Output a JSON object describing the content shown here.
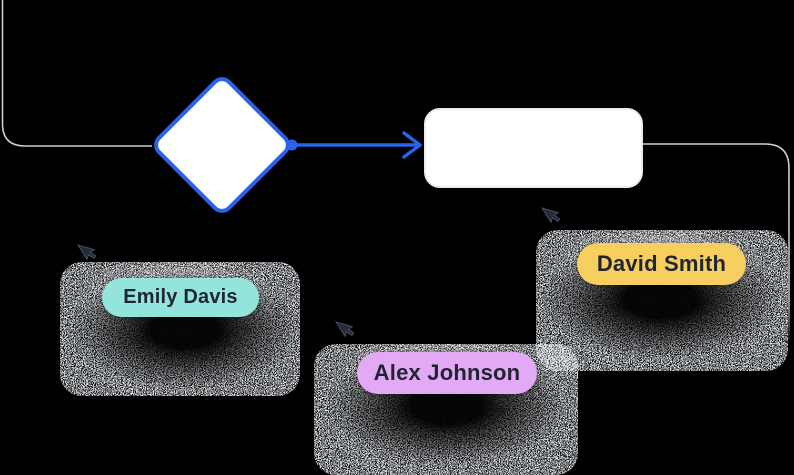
{
  "app": {
    "type": "collaborative-flowchart-canvas",
    "background": "#000000",
    "cursor_color": "#262B39",
    "cursor_outline": "#4A5164"
  },
  "flowchart": {
    "nodes": [
      {
        "id": "decision-node",
        "shape": "diamond",
        "label": "",
        "fill": "#FFFFFF",
        "border": "#2B63E8"
      },
      {
        "id": "process-node",
        "shape": "rounded-rectangle",
        "label": "",
        "fill": "#FFFFFF",
        "border": "#E9EBEF"
      }
    ],
    "edges": [
      {
        "from": "canvas-edge-top-left",
        "to": "decision-node",
        "color": "#C9CFDB",
        "style": "plain"
      },
      {
        "from": "decision-node",
        "to": "process-node",
        "color": "#2B63E8",
        "style": "arrow",
        "dot_color": "#2B63E8"
      },
      {
        "from": "process-node",
        "to": "canvas-edge-right",
        "color": "#C9CFDB",
        "style": "plain"
      }
    ]
  },
  "collaborators": [
    {
      "name": "Emily Davis",
      "label_color": "#93E5DC",
      "text_color": "#1F2631"
    },
    {
      "name": "Alex Johnson",
      "label_color": "#E3A9F4",
      "text_color": "#1F2631"
    },
    {
      "name": "David Smith",
      "label_color": "#F7CE60",
      "text_color": "#1F2631"
    }
  ]
}
